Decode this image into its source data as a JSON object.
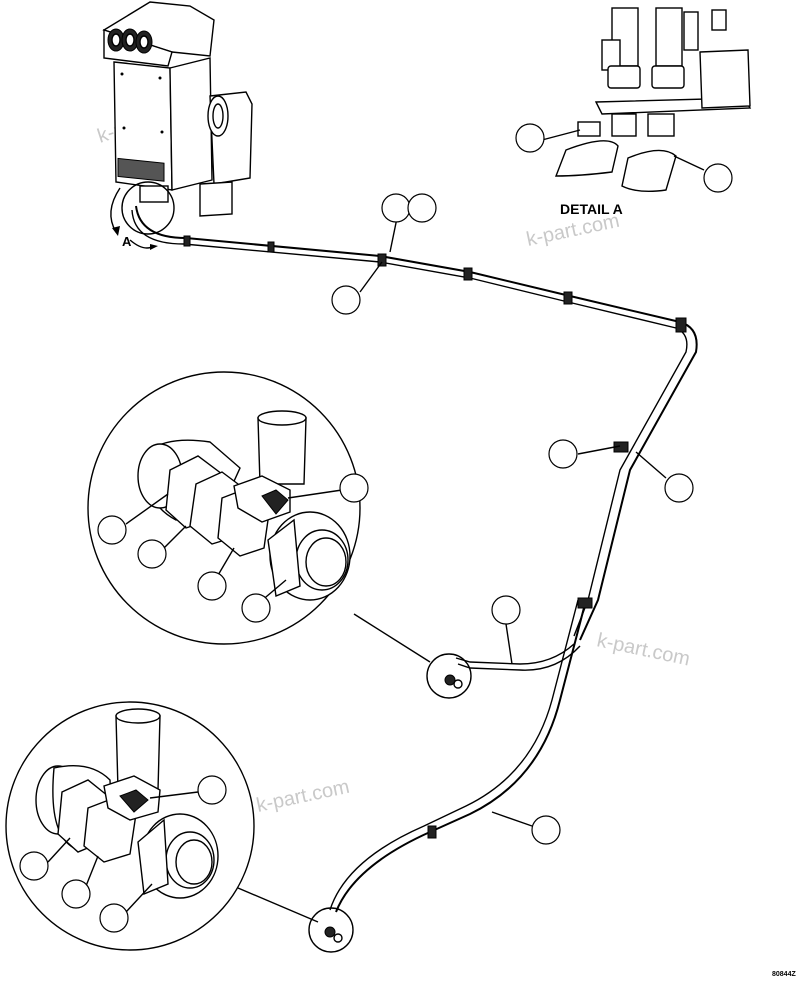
{
  "diagram": {
    "detail_title": "DETAIL A",
    "view_arrow_label": "A",
    "drawing_number": "80844Z",
    "watermarks": [
      "k-part.com",
      "k-part.com",
      "k-part.com",
      "k-part.com"
    ]
  }
}
